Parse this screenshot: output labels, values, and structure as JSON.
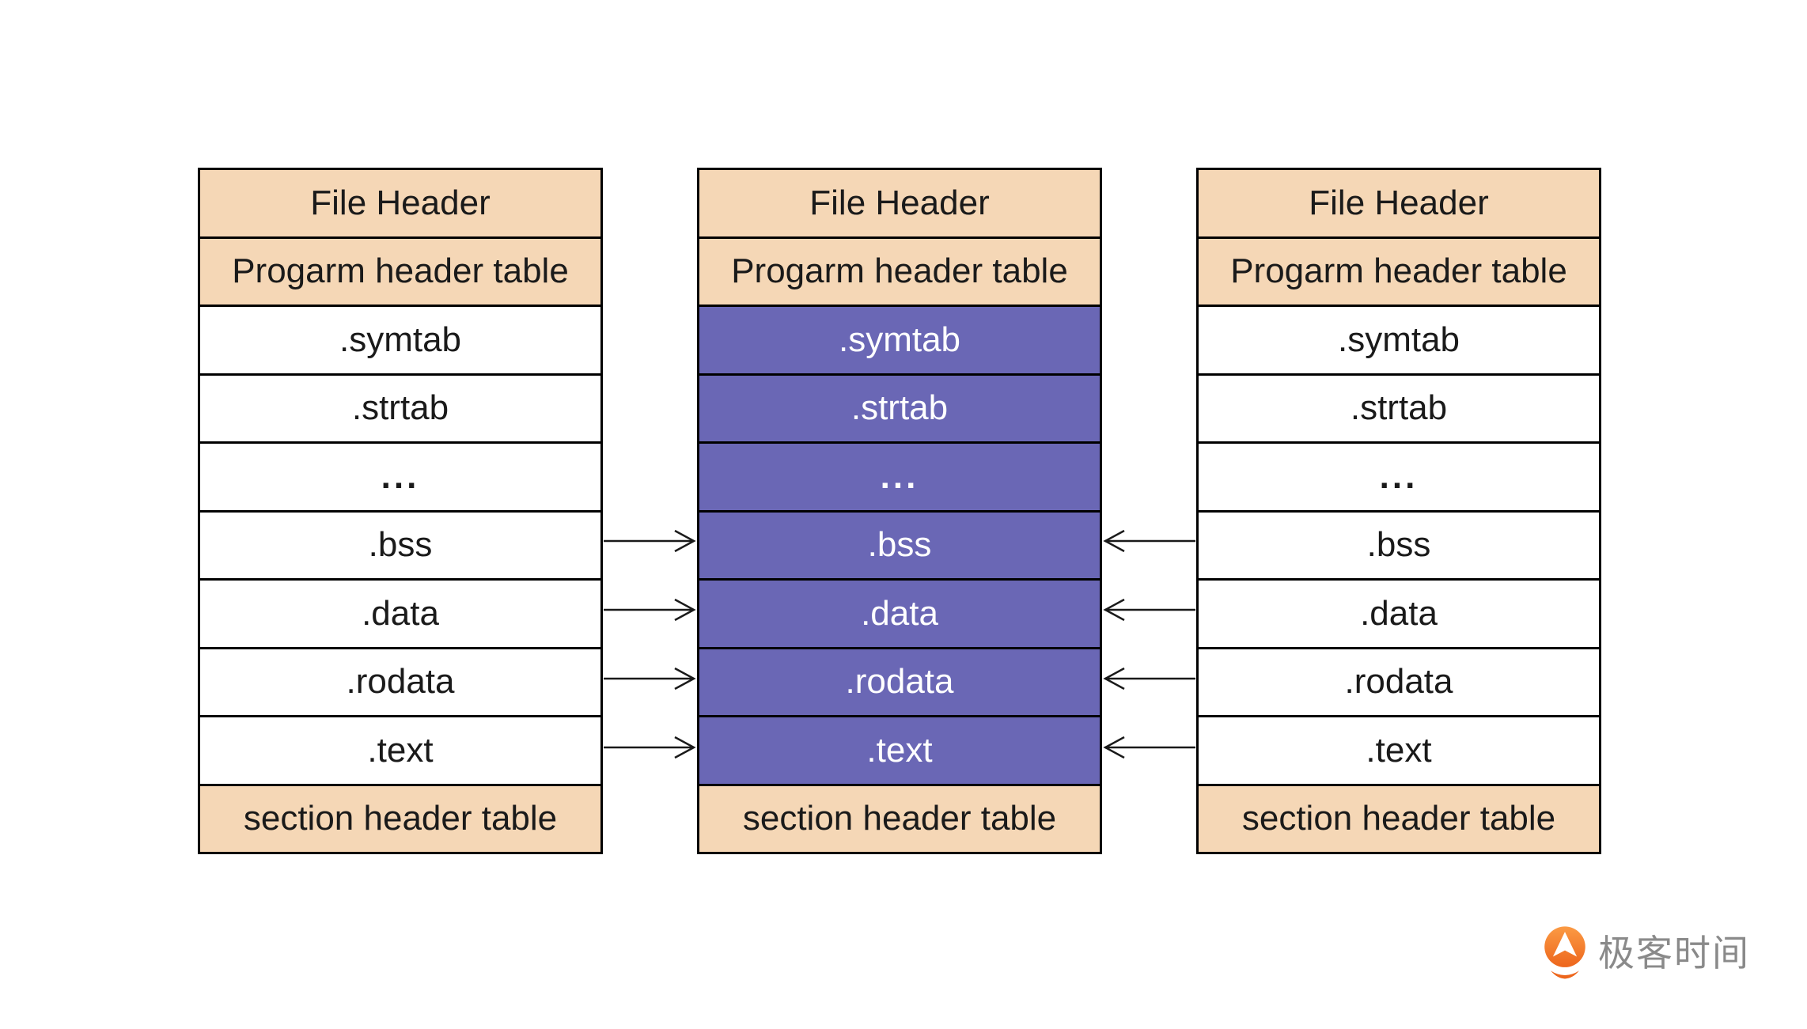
{
  "diagram": {
    "rows": [
      {
        "label": "File Header",
        "type": "header"
      },
      {
        "label": "Progarm header table",
        "type": "header"
      },
      {
        "label": ".symtab",
        "type": "section"
      },
      {
        "label": ".strtab",
        "type": "section"
      },
      {
        "label": "...",
        "type": "section"
      },
      {
        "label": ".bss",
        "type": "section",
        "arrow": true
      },
      {
        "label": ".data",
        "type": "section",
        "arrow": true
      },
      {
        "label": ".rodata",
        "type": "section",
        "arrow": true
      },
      {
        "label": ".text",
        "type": "section",
        "arrow": true
      },
      {
        "label": "section header table",
        "type": "header"
      }
    ],
    "columns": [
      {
        "name": "left",
        "highlight_sections": false
      },
      {
        "name": "middle",
        "highlight_sections": true
      },
      {
        "name": "right",
        "highlight_sections": false
      }
    ],
    "colors": {
      "header_fill": "#F5D7B6",
      "section_fill_plain": "#FFFFFF",
      "section_fill_highlight": "#6A67B5",
      "border": "#000000",
      "text_dark": "#1A1A1A",
      "text_light": "#FFFFFF",
      "arrow": "#1A1A1A"
    }
  },
  "logo": {
    "text": "极客时间",
    "text_color": "#8A8A8A",
    "icon": "geektime-logo-icon",
    "orange_primary": "#FB8F3C",
    "orange_deep": "#EE6A1F"
  }
}
